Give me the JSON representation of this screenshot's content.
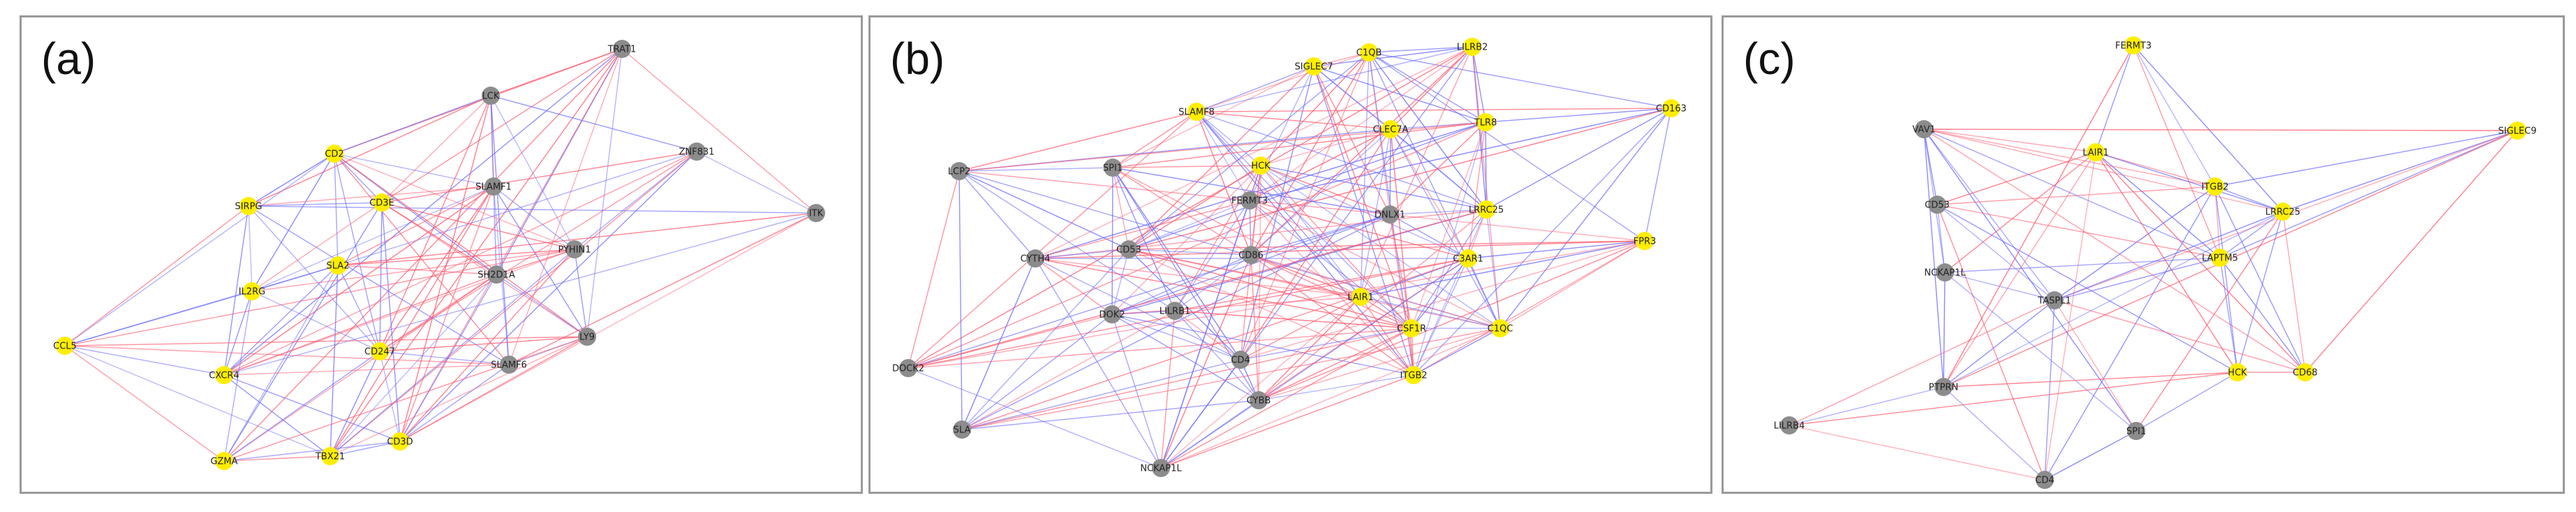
{
  "colors": {
    "highlight": "#ffee00",
    "background": "#8c8c8c",
    "pos_edge": "#ff5a6e",
    "neg_edge": "#6a6aff"
  },
  "panels": [
    {
      "label": "(a)",
      "nodes": [
        {
          "id": "TRAT1",
          "hl": false
        },
        {
          "id": "LCK",
          "hl": false
        },
        {
          "id": "ZNF831",
          "hl": false
        },
        {
          "id": "ITK",
          "hl": false
        },
        {
          "id": "CD2",
          "hl": true
        },
        {
          "id": "SLAMF1",
          "hl": false
        },
        {
          "id": "SIRPG",
          "hl": true
        },
        {
          "id": "CD3E",
          "hl": true
        },
        {
          "id": "PYHIN1",
          "hl": false
        },
        {
          "id": "SLA2",
          "hl": true
        },
        {
          "id": "SH2D1A",
          "hl": false
        },
        {
          "id": "IL2RG",
          "hl": true
        },
        {
          "id": "CCL5",
          "hl": true
        },
        {
          "id": "CXCR4",
          "hl": true
        },
        {
          "id": "CD247",
          "hl": true
        },
        {
          "id": "SLAMF6",
          "hl": false
        },
        {
          "id": "LY9",
          "hl": false
        },
        {
          "id": "GZMA",
          "hl": true
        },
        {
          "id": "TBX21",
          "hl": true
        },
        {
          "id": "CD3D",
          "hl": true
        }
      ]
    },
    {
      "label": "(b)",
      "nodes": [
        {
          "id": "SIGLEC7",
          "hl": true
        },
        {
          "id": "C1QB",
          "hl": true
        },
        {
          "id": "LILRB2",
          "hl": true
        },
        {
          "id": "CD163",
          "hl": true
        },
        {
          "id": "SLAMF8",
          "hl": true
        },
        {
          "id": "CLEC7A",
          "hl": true
        },
        {
          "id": "TLR8",
          "hl": true
        },
        {
          "id": "LCP2",
          "hl": false
        },
        {
          "id": "SPI1",
          "hl": false
        },
        {
          "id": "HCK",
          "hl": true
        },
        {
          "id": "FERMT3",
          "hl": false
        },
        {
          "id": "DNLX1",
          "hl": false
        },
        {
          "id": "LRRC25",
          "hl": true
        },
        {
          "id": "FPR3",
          "hl": true
        },
        {
          "id": "CYTH4",
          "hl": false
        },
        {
          "id": "CD53",
          "hl": false
        },
        {
          "id": "CD86",
          "hl": false
        },
        {
          "id": "C3AR1",
          "hl": true
        },
        {
          "id": "DOK2",
          "hl": false
        },
        {
          "id": "LILRB1",
          "hl": false
        },
        {
          "id": "LAIR1",
          "hl": true
        },
        {
          "id": "CSF1R",
          "hl": true
        },
        {
          "id": "C1QC",
          "hl": true
        },
        {
          "id": "DOCK2",
          "hl": false
        },
        {
          "id": "CD4",
          "hl": false
        },
        {
          "id": "ITGB2",
          "hl": true
        },
        {
          "id": "CYBB",
          "hl": false
        },
        {
          "id": "SLA",
          "hl": false
        },
        {
          "id": "NCKAP1L",
          "hl": false
        }
      ]
    },
    {
      "label": "(c)",
      "nodes": [
        {
          "id": "FERMT3",
          "hl": true
        },
        {
          "id": "SIGLEC9",
          "hl": true
        },
        {
          "id": "VAV1",
          "hl": false
        },
        {
          "id": "LAIR1",
          "hl": true
        },
        {
          "id": "ITGB2",
          "hl": true
        },
        {
          "id": "LRRC25",
          "hl": true
        },
        {
          "id": "CD53",
          "hl": false
        },
        {
          "id": "LAPTM5",
          "hl": true
        },
        {
          "id": "NCKAP1L",
          "hl": false
        },
        {
          "id": "TASPL1",
          "hl": false
        },
        {
          "id": "HCK",
          "hl": true
        },
        {
          "id": "CD68",
          "hl": true
        },
        {
          "id": "PTPRN",
          "hl": false
        },
        {
          "id": "LILRB4",
          "hl": false
        },
        {
          "id": "SPI1",
          "hl": false
        },
        {
          "id": "CD4",
          "hl": false
        }
      ]
    }
  ]
}
